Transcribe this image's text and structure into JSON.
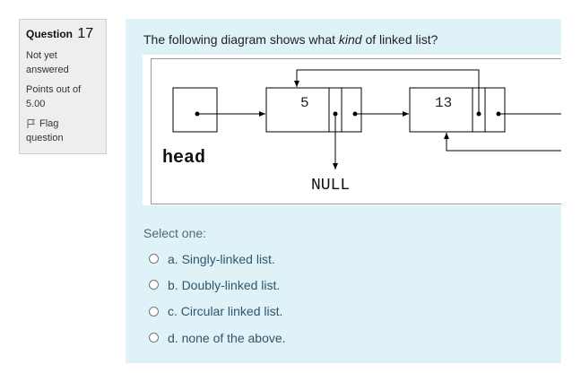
{
  "question_info": {
    "label": "Question",
    "number": "17",
    "status_line1": "Not yet",
    "status_line2": "answered",
    "points_line1": "Points out of",
    "points_line2": "5.00",
    "flag_line1": "Flag",
    "flag_line2": "question"
  },
  "question": {
    "text_before": "The following diagram shows what ",
    "text_emph": "kind",
    "text_after": " of linked list?"
  },
  "diagram": {
    "head_label": "head",
    "null_label": "NULL",
    "node1_value": "5",
    "node2_value": "13"
  },
  "answer": {
    "prompt": "Select one:",
    "options": [
      "a. Singly-linked list.",
      "b. Doubly-linked list.",
      "c. Circular linked list.",
      "d. none of the above."
    ]
  }
}
